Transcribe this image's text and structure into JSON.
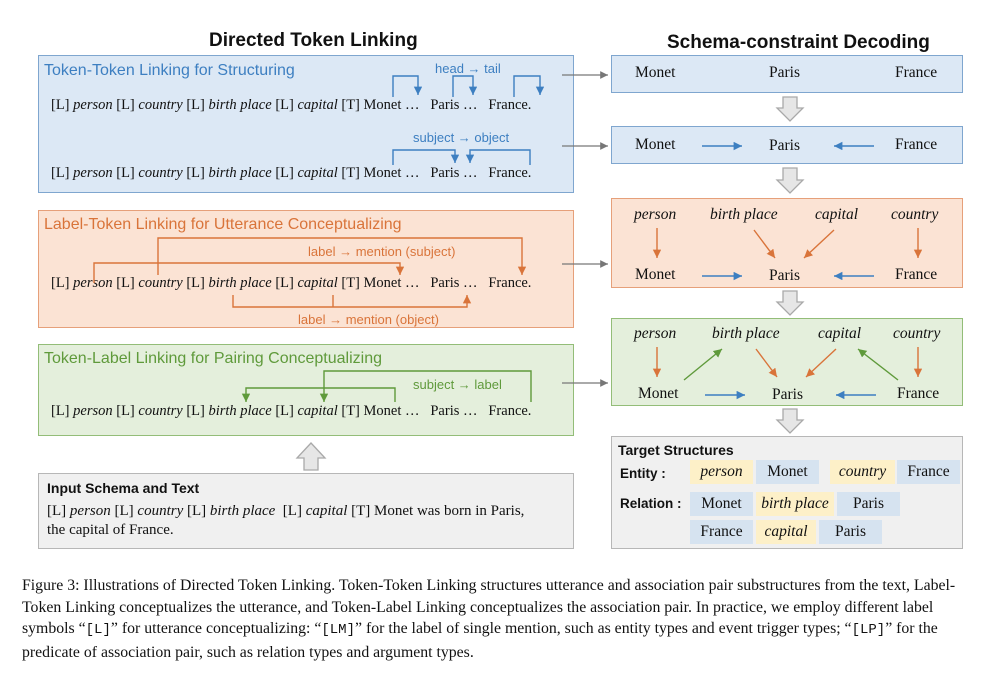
{
  "headings": {
    "left": "Directed Token Linking",
    "right": "Schema-constraint Decoding"
  },
  "token_token": {
    "title": "Token-Token Linking for Structuring",
    "rel1": "head → tail",
    "rel2": "subject → object",
    "sent": {
      "l1": "[L]",
      "person": "person",
      "l2": "[L]",
      "country": "country",
      "l3": "[L]",
      "birth": "birth place",
      "l4": "[L]",
      "capital": "capital",
      "t": "[T]",
      "monet": "Monet …",
      "paris": "Paris …",
      "france": "France."
    }
  },
  "label_token": {
    "title": "Label-Token Linking for Utterance Conceptualizing",
    "rel1": "label → mention (subject)",
    "rel2": "label → mention (object)"
  },
  "token_label": {
    "title": "Token-Label Linking for  Pairing Conceptualizing",
    "rel1": "subject → label"
  },
  "input": {
    "title": "Input Schema and Text",
    "line1_a": "[L]",
    "line1_person": "person",
    "line1_b": "[L]",
    "line1_country": "country",
    "line1_c": "[L]",
    "line1_birth": "birth place",
    "line1_d": "[L]",
    "line1_capital": "capital",
    "line1_e": "[T] Monet was born in Paris,",
    "line2": "the capital of  France."
  },
  "decoding": {
    "monet": "Monet",
    "paris": "Paris",
    "france": "France",
    "person": "person",
    "birth_place": "birth place",
    "capital": "capital",
    "country": "country"
  },
  "target": {
    "title": "Target Structures",
    "entity_label": "Entity :",
    "relation_label": "Relation :",
    "entities": [
      {
        "type": "person",
        "mention": "Monet"
      },
      {
        "type": "country",
        "mention": "France"
      }
    ],
    "relations": [
      {
        "head": "Monet",
        "rel": "birth place",
        "tail": "Paris"
      },
      {
        "head": "France",
        "rel": "capital",
        "tail": "Paris"
      }
    ]
  },
  "caption": {
    "p1": "Figure 3: Illustrations of Directed Token Linking. Token-Token Linking structures utterance and association pair substructures from the text, Label-Token Linking conceptualizes the utterance, and Token-Label Linking conceptualizes the association pair. In practice, we employ different label symbols “",
    "code1": "[L]",
    "p2": "” for utterance conceptualizing: “",
    "code2": "[LM]",
    "p3": "” for the label of single mention, such as entity types and event trigger types; “",
    "code3": "[LP]",
    "p4": "” for the predicate of association pair, such as relation types and argument types."
  },
  "colors": {
    "blue": "#3d7fc1",
    "orange": "#d9743a",
    "green": "#5f9a3b",
    "gray_arrow": "#bdbdbd"
  }
}
